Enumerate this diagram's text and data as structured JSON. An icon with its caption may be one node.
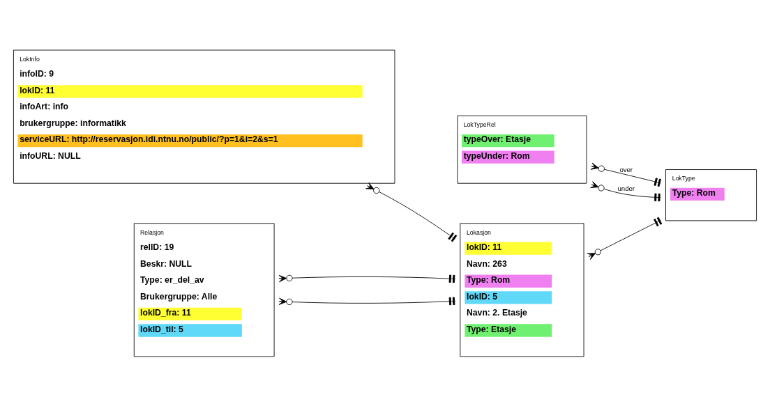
{
  "diagram": {
    "nodes": [
      {
        "text": [
          "LokTypeRel",
          "typeOver: Etasje",
          "typeUnder: Rom"
        ]
      },
      {
        "text": [
          "LokInfo",
          "infoID: 9",
          "lokID: 11",
          "infoArt: info",
          "brukergruppe: informatikk",
          "serviceURL: http://reservasjon.idi.ntnu.no/public/?p=1&i=2&s=1",
          "infoURL: NULL"
        ]
      },
      {
        "text": [
          "Lokasjon",
          "lokID: 11",
          "Navn: 263",
          "Type: Rom",
          "lokID: 5",
          "Navn: 2. Etasje",
          "Type: Etasje"
        ]
      },
      {
        "text": [
          "LokType",
          "Type: Rom"
        ]
      },
      {
        "text": [
          "Relasjon",
          "relID: 19",
          "Beskr: NULL",
          "Type: er_del_av",
          "Brukergruppe: Alle",
          "lokID_fra: 11",
          "lokID_til: 5"
        ]
      }
    ],
    "edges": [
      {
        "from": 1,
        "to": 2,
        "arrow": "other"
      },
      {
        "from": 2,
        "to": 3,
        "arrow": "other"
      },
      {
        "from": 0,
        "to": 3,
        "arrow": "other",
        "label": "over"
      },
      {
        "from": 0,
        "to": 3,
        "arrow": "other",
        "label": "under"
      },
      {
        "from": 4,
        "to": 2,
        "arrow": "other"
      },
      {
        "from": 4,
        "to": 2,
        "arrow": "other"
      }
    ]
  }
}
